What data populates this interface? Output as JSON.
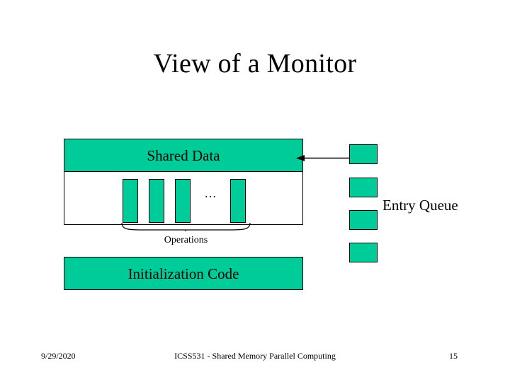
{
  "slide": {
    "title": "View of a Monitor",
    "diagram": {
      "shared_data_label": "Shared Data",
      "initialization_label": "Initialization Code",
      "operations_label": "Operations",
      "ellipsis": "…",
      "entry_queue_label": "Entry Queue",
      "operation_bars": [
        "operation-1",
        "operation-2",
        "operation-3",
        "operation-n"
      ],
      "queue_blocks": [
        "queue-slot-1",
        "queue-slot-2",
        "queue-slot-3",
        "queue-slot-4"
      ],
      "colors": {
        "fill": "#00CC99",
        "stroke": "#000000",
        "background": "#FFFFFF"
      }
    },
    "footer": {
      "date": "9/29/2020",
      "center": "ICSS531 - Shared Memory Parallel Computing",
      "page": "15"
    }
  }
}
